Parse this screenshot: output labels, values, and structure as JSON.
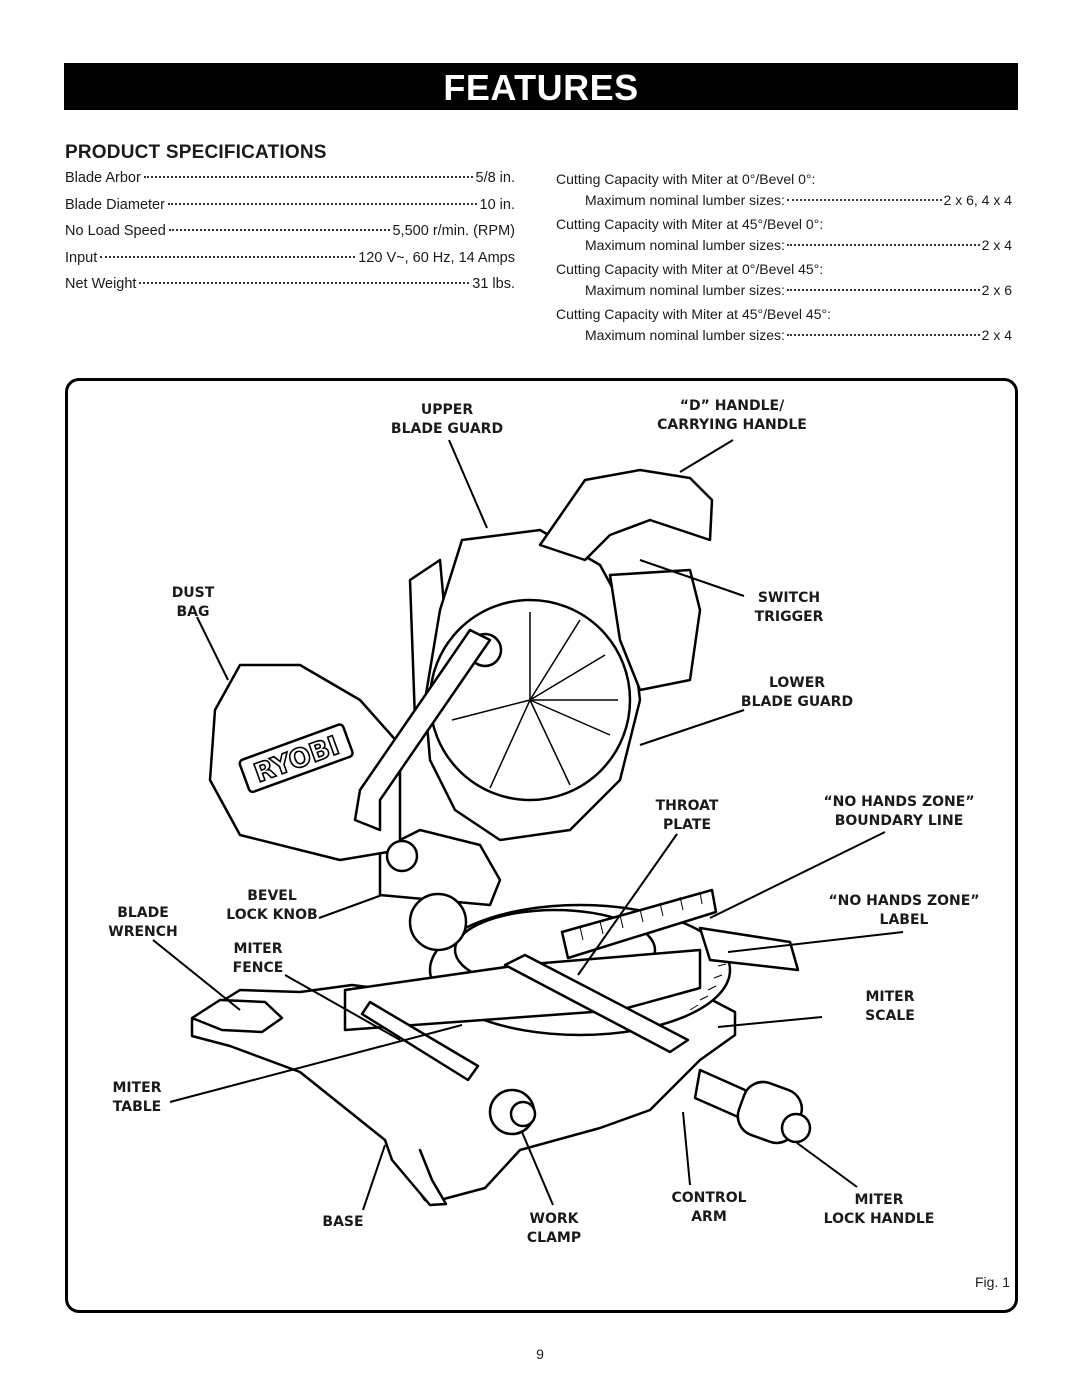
{
  "header": {
    "title": "FEATURES"
  },
  "specs": {
    "heading": "PRODUCT SPECIFICATIONS",
    "items": [
      {
        "label": "Blade Arbor",
        "value": "5/8 in."
      },
      {
        "label": "Blade Diameter",
        "value": "10 in."
      },
      {
        "label": "No Load Speed",
        "value": "5,500 r/min. (RPM)"
      },
      {
        "label": "Input",
        "value": "120 V~, 60 Hz, 14 Amps"
      },
      {
        "label": "Net Weight",
        "value": "31 lbs."
      }
    ],
    "capacities": [
      {
        "title": "Cutting Capacity with Miter at 0°/Bevel 0°:",
        "label": "Maximum nominal lumber sizes:",
        "value": "2 x 6, 4 x 4"
      },
      {
        "title": "Cutting Capacity with Miter at 45°/Bevel 0°:",
        "label": "Maximum nominal lumber sizes:",
        "value": "2 x 4"
      },
      {
        "title": "Cutting Capacity with Miter at 0°/Bevel 45°:",
        "label": "Maximum nominal lumber sizes:",
        "value": "2 x 6"
      },
      {
        "title": "Cutting Capacity with Miter at 45°/Bevel 45°:",
        "label": "Maximum nominal lumber sizes:",
        "value": "2 x 4"
      }
    ]
  },
  "figure": {
    "brand_logo": "RYOBI",
    "caption": "Fig. 1",
    "callouts": {
      "upper_blade_guard": [
        "UPPER",
        "BLADE GUARD"
      ],
      "d_handle": [
        "“D” HANDLE/",
        "CARRYING HANDLE"
      ],
      "dust_bag": [
        "DUST",
        "BAG"
      ],
      "switch_trigger": [
        "SWITCH",
        "TRIGGER"
      ],
      "lower_blade_guard": [
        "LOWER",
        "BLADE GUARD"
      ],
      "throat_plate": [
        "THROAT",
        "PLATE"
      ],
      "no_hands_boundary": [
        "“NO HANDS ZONE”",
        "BOUNDARY LINE"
      ],
      "bevel_lock_knob": [
        "BEVEL",
        "LOCK KNOB"
      ],
      "blade_wrench": [
        "BLADE",
        "WRENCH"
      ],
      "no_hands_label": [
        "“NO HANDS ZONE”",
        "LABEL"
      ],
      "miter_fence": [
        "MITER",
        "FENCE"
      ],
      "miter_scale": [
        "MITER",
        "SCALE"
      ],
      "miter_table": [
        "MITER",
        "TABLE"
      ],
      "base": [
        "BASE"
      ],
      "work_clamp": [
        "WORK",
        "CLAMP"
      ],
      "control_arm": [
        "CONTROL",
        "ARM"
      ],
      "miter_lock_handle": [
        "MITER",
        "LOCK HANDLE"
      ]
    }
  },
  "page_number": "9"
}
